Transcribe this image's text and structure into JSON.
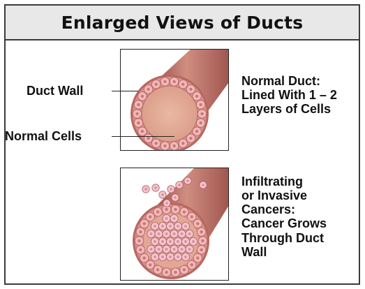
{
  "header": {
    "title": "Enlarged Views of Ducts"
  },
  "normal_duct": {
    "label_wall": "Duct Wall",
    "label_cells": "Normal Cells",
    "caption_lines": [
      "Normal Duct:",
      "Lined With 1 – 2",
      "Layers of Cells"
    ]
  },
  "cancer_duct": {
    "caption_lines": [
      "Infiltrating",
      "or Invasive",
      "Cancers:",
      "Cancer Grows",
      "Through Duct",
      "Wall"
    ]
  },
  "colors": {
    "tube_dark": "#a0524e",
    "tube_mid": "#c77d70",
    "tube_light": "#e3b0a1",
    "lumen": "#e3a893",
    "cell_fill": "#f0b9b5",
    "cell_nucleus": "#c9747b"
  }
}
